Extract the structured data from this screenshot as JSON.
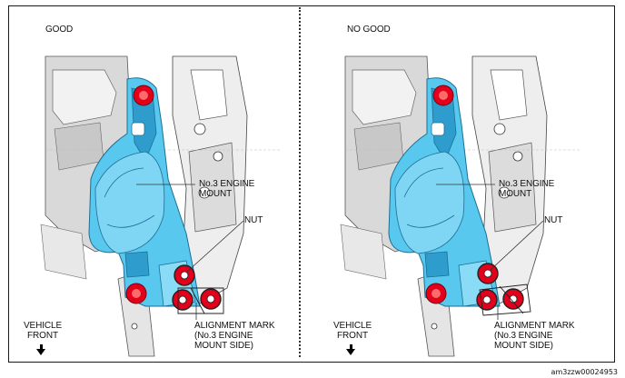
{
  "panels": [
    {
      "heading": "GOOD",
      "engine_mount_label": "No.3 ENGINE\nMOUNT",
      "nut_label": "NUT",
      "alignment_label": "ALIGNMENT MARK\n(No.3 ENGINE\nMOUNT SIDE)",
      "vehicle_front_label": "VEHICLE\nFRONT",
      "nut_aligned": true
    },
    {
      "heading": "NO GOOD",
      "engine_mount_label": "No.3 ENGINE\nMOUNT",
      "nut_label": "NUT",
      "alignment_label": "ALIGNMENT MARK\n(No.3 ENGINE\nMOUNT SIDE)",
      "vehicle_front_label": "VEHICLE\nFRONT",
      "nut_aligned": false
    }
  ],
  "figure_id": "am3zzw00024953",
  "colors": {
    "mount_fill": "#58c8ef",
    "mount_dark": "#2e9dcd",
    "bolt_red": "#e3001b",
    "engine_gray": "#d9d9d9",
    "engine_dark": "#a8a8a8",
    "line": "#222222"
  }
}
